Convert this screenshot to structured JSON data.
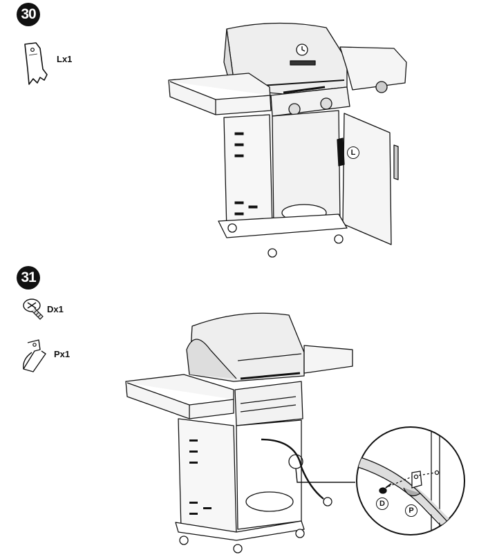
{
  "steps": [
    {
      "number": "30",
      "parts": [
        {
          "icon": "latch-plate-icon",
          "quantity": "Lx1"
        }
      ],
      "callouts": [
        "L"
      ]
    },
    {
      "number": "31",
      "parts": [
        {
          "icon": "screw-icon",
          "quantity": "Dx1"
        },
        {
          "icon": "hose-clip-icon",
          "quantity": "Px1"
        }
      ],
      "callouts": [
        "D",
        "P"
      ]
    }
  ]
}
